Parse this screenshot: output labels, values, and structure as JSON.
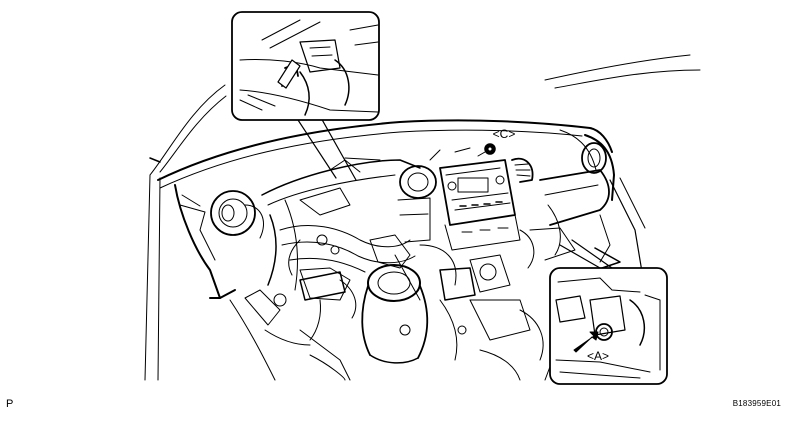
{
  "callouts": {
    "a": "<A>",
    "c": "<C>"
  },
  "footer": {
    "page_marker": "P",
    "figure_id": "B183959E01"
  },
  "colors": {
    "line": "#000000",
    "background": "#ffffff"
  }
}
